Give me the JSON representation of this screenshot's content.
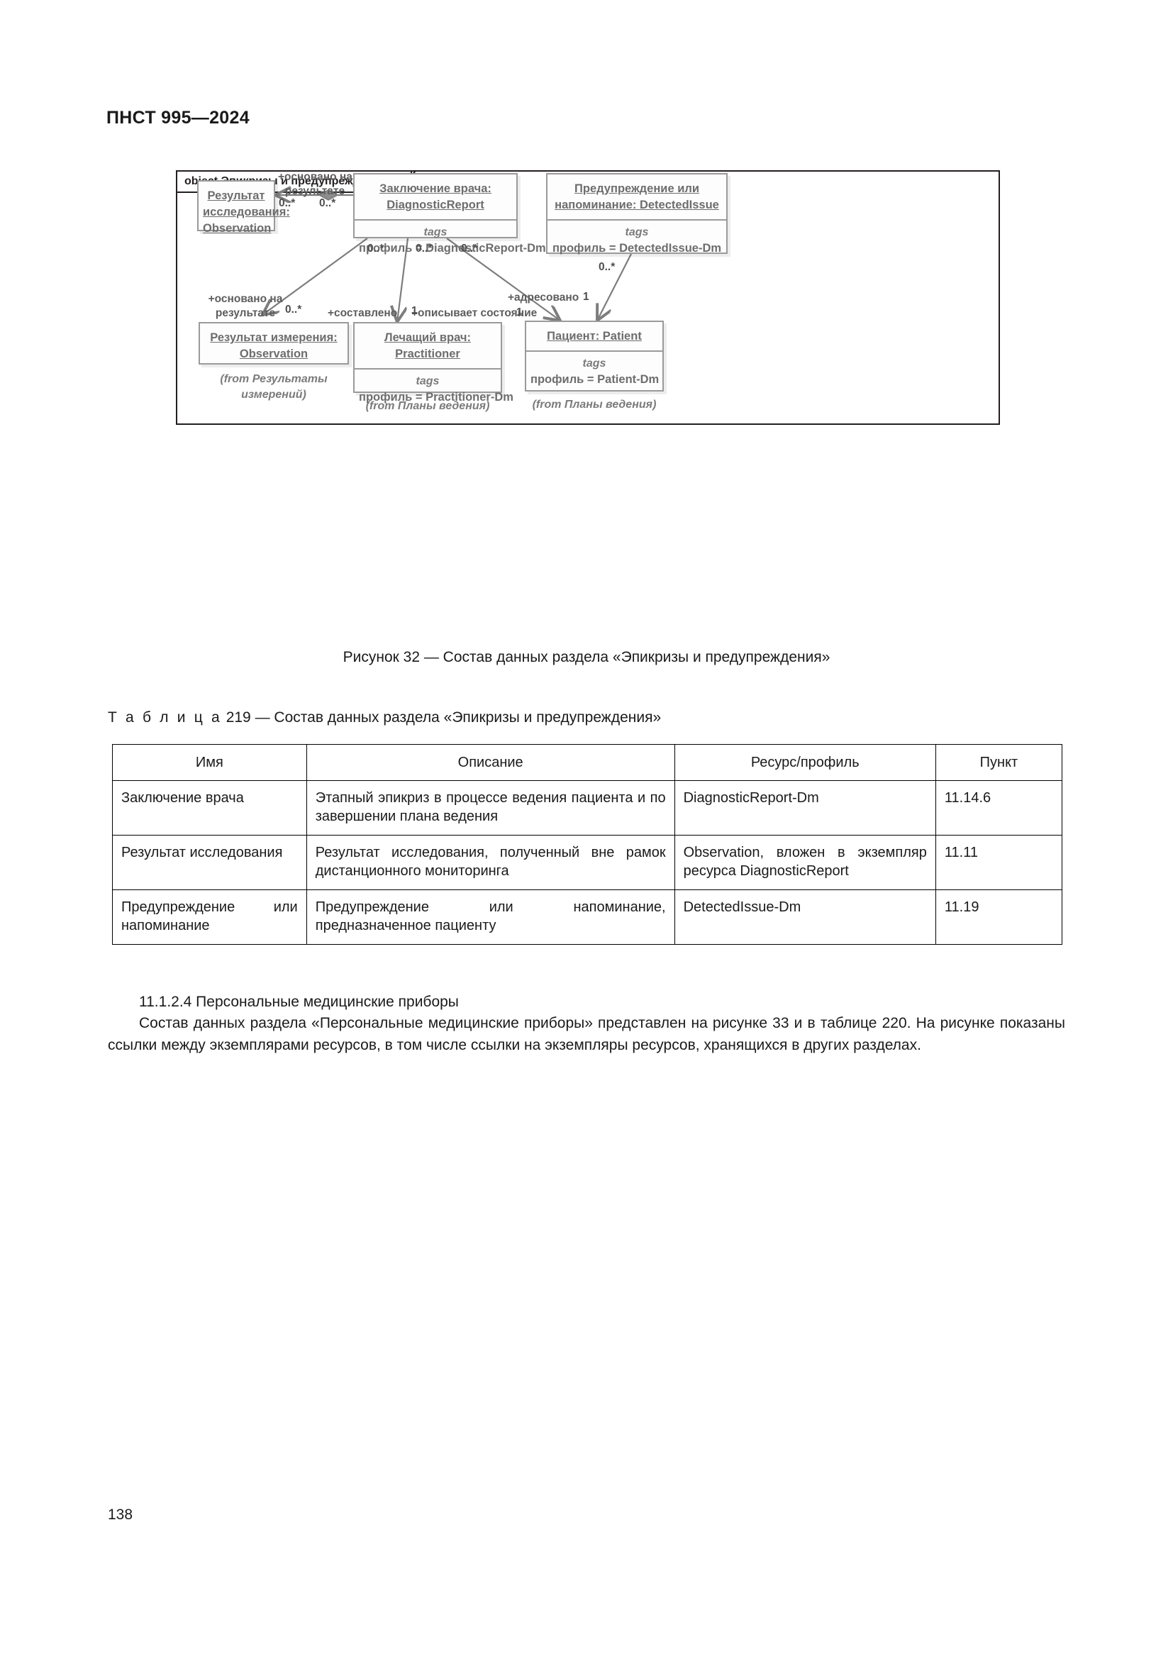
{
  "document": {
    "header": "ПНСТ 995—2024",
    "page_number": "138"
  },
  "figure": {
    "frame_label": "object Эпикризы и предупреждения",
    "caption": "Рисунок 32 — Состав данных раздела «Эпикризы и предупреждения»",
    "nodes": [
      {
        "id": "observation-study",
        "title_line1": "Результат",
        "title_line2": "исследования:",
        "title_line3": "Observation"
      },
      {
        "id": "diagnostic-report",
        "title_line1": "Заключение врача:",
        "title_line2": "DiagnosticReport",
        "tags_label": "tags",
        "profile": "профиль = DiagnosticReport-Dm"
      },
      {
        "id": "detected-issue",
        "title_line1": "Предупреждение или",
        "title_line2": "напоминание: DetectedIssue",
        "tags_label": "tags",
        "profile": "профиль = DetectedIssue-Dm"
      },
      {
        "id": "observation-measure",
        "title_line1": "Результат измерения:",
        "title_line2": "Observation",
        "from_note_line1": "(from Результаты",
        "from_note_line2": "измерений)"
      },
      {
        "id": "practitioner",
        "title_line1": "Лечащий врач:",
        "title_line2": "Practitioner",
        "tags_label": "tags",
        "profile": "профиль = Practitioner-Dm",
        "from_note_line1": "(from Планы ведения)"
      },
      {
        "id": "patient",
        "title_line1": "Пациент: Patient",
        "tags_label": "tags",
        "profile": "профиль = Patient-Dm",
        "from_note_line1": "(from Планы ведения)"
      }
    ],
    "edges": [
      {
        "id": "osnovano-na-rezultate-top",
        "label_line1": "+основано на",
        "label_line2": "результате",
        "source_mult": "0..*",
        "target_mult": "0..*"
      },
      {
        "id": "osnovano-na-rezultate-bottom",
        "label_line1": "+основано на",
        "label_line2": "результате",
        "source_mult": "0..*",
        "target_mult": "0..*"
      },
      {
        "id": "sostavleno",
        "label_line1": "+составлено",
        "target_mult": "1",
        "source_mult": "0..*"
      },
      {
        "id": "opisyvaet-sostoyanie",
        "label_line1": "+описывает состояние",
        "target_mult": "1",
        "source_mult": "0..*"
      },
      {
        "id": "adresovano",
        "label_line1": "+адресовано",
        "target_mult": "1",
        "source_mult": "0..*"
      }
    ],
    "multiplicities": {
      "m_obs_left": "0..*",
      "m_dr_diamond": "0..*",
      "m_dr_out1": "0..*",
      "m_dr_out2": "0..*",
      "m_dr_out3": "0..*",
      "m_di_out": "0..*",
      "m_obs_meas_in": "0..*",
      "m_pract_in": "1",
      "m_patient_in_left": "1",
      "m_patient_in_right": "1"
    },
    "colors": {
      "frame_border": "#231f20",
      "node_border": "#9a9a9a",
      "node_text": "#6d6d6d",
      "edge_line": "#7d7d7d"
    }
  },
  "table": {
    "caption_prefix": "Т а б л и ц а",
    "caption_number": "219",
    "caption_text": "— Состав данных раздела «Эпикризы и предупреждения»",
    "headers": [
      "Имя",
      "Описание",
      "Ресурс/профиль",
      "Пункт"
    ],
    "rows": [
      {
        "name": "Заключение врача",
        "description": "Этапный эпикриз в процессе ведения пациента и по завершении плана ведения",
        "resource": "DiagnosticReport-Dm",
        "item": "11.14.6"
      },
      {
        "name": "Результат исследования",
        "description": "Результат исследования, полученный вне рамок дистанционного мониторинга",
        "resource": "Observation, вложен в экземпляр ресурса DiagnosticReport",
        "item": "11.11"
      },
      {
        "name": "Предупреждение или напоминание",
        "description": "Предупреждение или напоминание, предназначенное пациенту",
        "resource": "DetectedIssue-Dm",
        "item": "11.19"
      }
    ]
  },
  "body": {
    "section_heading": "11.1.2.4 Персональные медицинские приборы",
    "paragraph": "Состав данных раздела «Персональные медицинские приборы» представлен на рисунке 33 и в таблице 220. На рисунке показаны ссылки между экземплярами ресурсов, в том числе ссылки на экземпляры ресурсов, хранящихся в других разделах."
  }
}
